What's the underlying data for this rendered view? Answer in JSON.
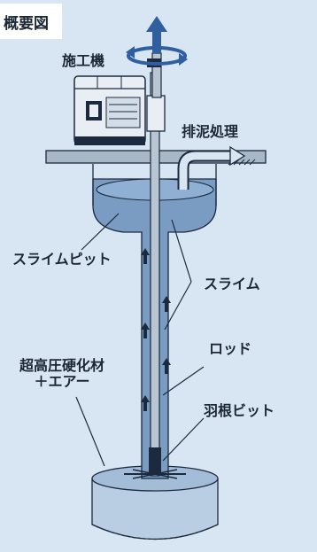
{
  "title": "概要図",
  "labels": {
    "machine": "施工機",
    "drain": "排泥処理",
    "slime_pit": "スライムピット",
    "slime": "スライム",
    "rod": "ロッド",
    "material_line1": "超高圧硬化材",
    "material_line2": "＋エアー",
    "bit": "羽根ビット"
  },
  "colors": {
    "background": "#d8e6f3",
    "navy": "#1b2a3e",
    "column_fill": "#7a9cc2",
    "column_edge": "#5c7fa8",
    "ground": "#a9b8c6",
    "pipe": "#b8c6d4",
    "arrow_up": "#2f5f9e"
  }
}
